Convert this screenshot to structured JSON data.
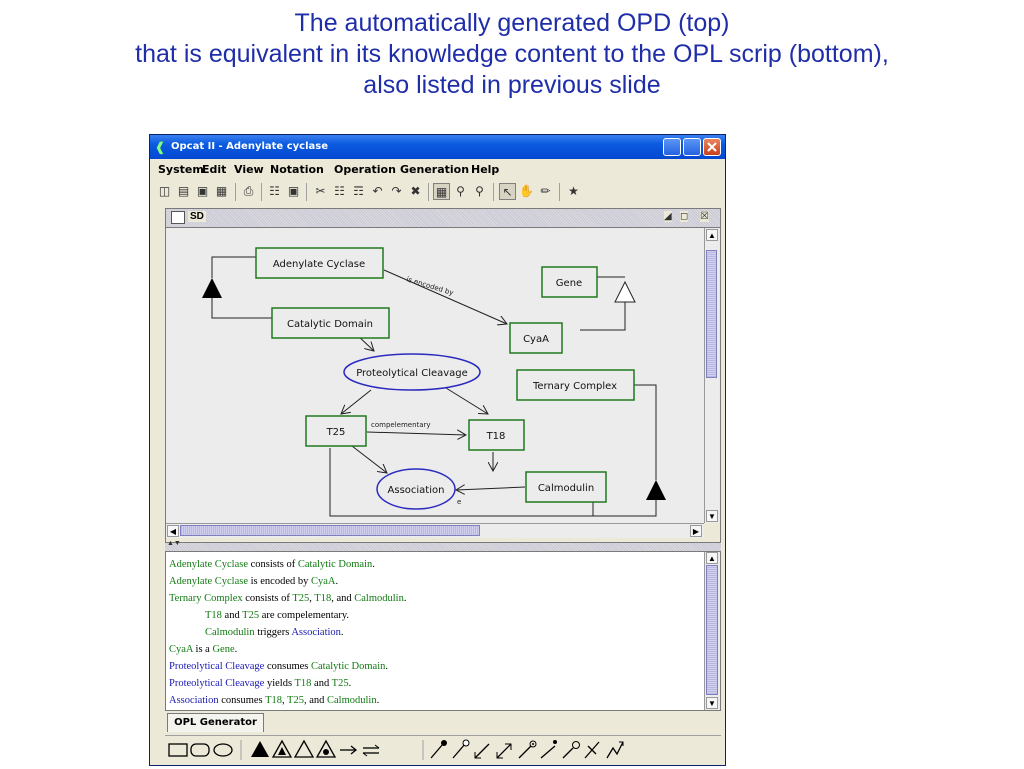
{
  "slide": {
    "title_lines": [
      "The automatically generated OPD (top)",
      "that is equivalent in its knowledge content to the OPL scrip (bottom),",
      "also listed in previous slide"
    ]
  },
  "window": {
    "title": "Opcat II - Adenylate cyclase",
    "menu": [
      "System",
      "Edit",
      "View",
      "Notation",
      "Operation",
      "Generation",
      "Help"
    ]
  },
  "diagram_frame": {
    "title": "SD"
  },
  "diagram": {
    "objects": {
      "adenylate_cyclase": "Adenylate Cyclase",
      "catalytic_domain": "Catalytic Domain",
      "gene": "Gene",
      "cyaa": "CyaA",
      "ternary_complex": "Ternary Complex",
      "t25": "T25",
      "t18": "T18",
      "calmodulin": "Calmodulin"
    },
    "processes": {
      "proteolytical_cleavage": "Proteolytical Cleavage",
      "association": "Association"
    },
    "labels": {
      "is_encoded_by": "is encoded by",
      "compelementary": "compelementary",
      "event_marker": "e"
    }
  },
  "opl": {
    "lines": [
      [
        {
          "t": "Adenylate Cyclase",
          "k": "obj"
        },
        {
          "t": " consists of ",
          "k": "txt"
        },
        {
          "t": "Catalytic Domain",
          "k": "obj"
        },
        {
          "t": ".",
          "k": "txt"
        }
      ],
      [
        {
          "t": "Adenylate Cyclase",
          "k": "obj"
        },
        {
          "t": " is encoded by ",
          "k": "txt"
        },
        {
          "t": "CyaA",
          "k": "obj"
        },
        {
          "t": ".",
          "k": "txt"
        }
      ],
      [
        {
          "t": "Ternary Complex",
          "k": "obj"
        },
        {
          "t": " consists of ",
          "k": "txt"
        },
        {
          "t": "T25",
          "k": "obj"
        },
        {
          "t": ", ",
          "k": "txt"
        },
        {
          "t": "T18",
          "k": "obj"
        },
        {
          "t": ", and ",
          "k": "txt"
        },
        {
          "t": "Calmodulin",
          "k": "obj"
        },
        {
          "t": ".",
          "k": "txt"
        }
      ],
      [
        {
          "t": "T18",
          "k": "obj",
          "indent": true
        },
        {
          "t": " and ",
          "k": "txt"
        },
        {
          "t": "T25",
          "k": "obj"
        },
        {
          "t": " are compelementary.",
          "k": "txt"
        }
      ],
      [
        {
          "t": "Calmodulin",
          "k": "obj",
          "indent": true
        },
        {
          "t": " triggers ",
          "k": "txt"
        },
        {
          "t": "Association",
          "k": "proc"
        },
        {
          "t": ".",
          "k": "txt"
        }
      ],
      [
        {
          "t": "CyaA",
          "k": "obj"
        },
        {
          "t": " is a ",
          "k": "txt"
        },
        {
          "t": "Gene",
          "k": "obj"
        },
        {
          "t": ".",
          "k": "txt"
        }
      ],
      [
        {
          "t": "Proteolytical Cleavage",
          "k": "proc"
        },
        {
          "t": " consumes ",
          "k": "txt"
        },
        {
          "t": "Catalytic Domain",
          "k": "obj"
        },
        {
          "t": ".",
          "k": "txt"
        }
      ],
      [
        {
          "t": "Proteolytical Cleavage",
          "k": "proc"
        },
        {
          "t": " yields ",
          "k": "txt"
        },
        {
          "t": "T18",
          "k": "obj"
        },
        {
          "t": " and ",
          "k": "txt"
        },
        {
          "t": "T25",
          "k": "obj"
        },
        {
          "t": ".",
          "k": "txt"
        }
      ],
      [
        {
          "t": "Association",
          "k": "proc"
        },
        {
          "t": " consumes ",
          "k": "txt"
        },
        {
          "t": "T18",
          "k": "obj"
        },
        {
          "t": ", ",
          "k": "txt"
        },
        {
          "t": "T25",
          "k": "obj"
        },
        {
          "t": ", and ",
          "k": "txt"
        },
        {
          "t": "Calmodulin",
          "k": "obj"
        },
        {
          "t": ".",
          "k": "txt"
        }
      ]
    ]
  },
  "tabs": {
    "opl_generator": "OPL Generator"
  },
  "colors": {
    "object_border": "#1f7a1f",
    "process_border": "#2a2ac0",
    "object_text": "#117a11",
    "process_text": "#1a1ab4",
    "title_text": "#1f2ea8"
  }
}
